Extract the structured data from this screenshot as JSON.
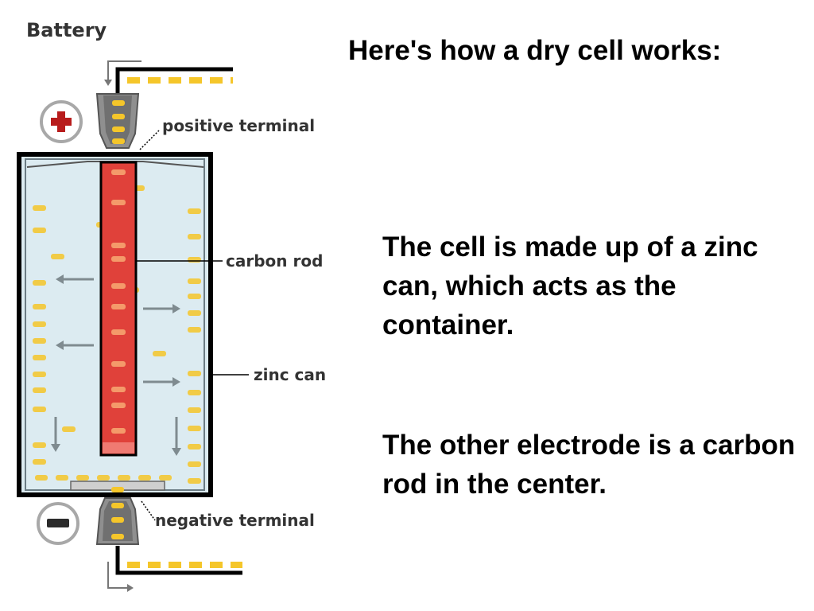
{
  "diagram": {
    "title": "Battery",
    "labels": {
      "positive_terminal": "positive terminal",
      "carbon_rod": "carbon rod",
      "zinc_can": "zinc can",
      "negative_terminal": "negative terminal"
    },
    "icons": [
      "plus-icon",
      "minus-icon",
      "arrow-icon",
      "electron-dot"
    ],
    "colors": {
      "electrolyte": "#dcebf1",
      "carbon_rod": "#e0413a",
      "electron": "#f5c62a",
      "terminal": "#8a8a8a",
      "plus_sign": "#b81c1c",
      "outline": "#000000"
    }
  },
  "slide": {
    "heading": "Here's how a dry cell works:",
    "paragraph1": "The cell is made up of a zinc can, which acts as the container.",
    "paragraph2": "The other electrode is a carbon rod in the center."
  }
}
